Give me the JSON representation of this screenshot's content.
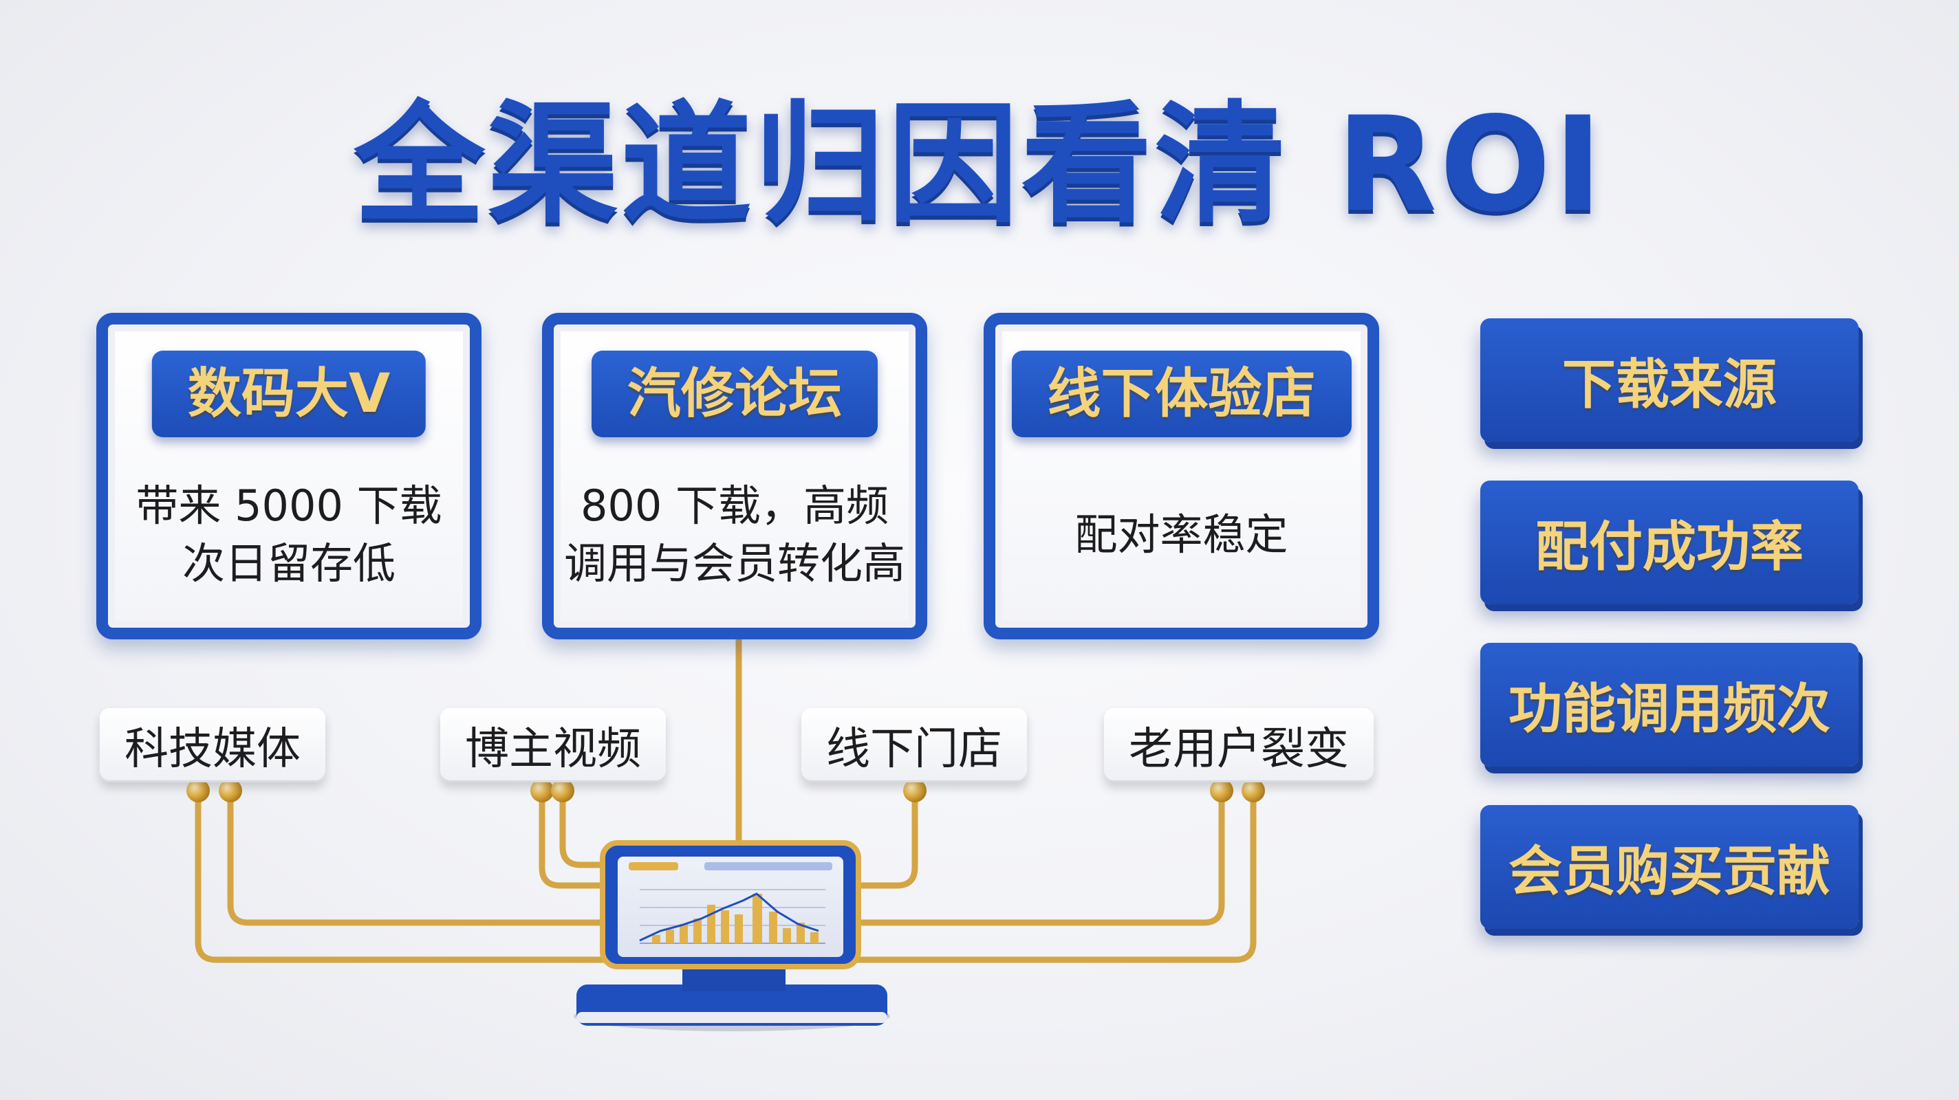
{
  "title": "全渠道归因看清 ROI",
  "panels": [
    {
      "tag": "数码大V",
      "lines": [
        "带来 5000 下载",
        "次日留存低"
      ]
    },
    {
      "tag": "汽修论坛",
      "lines": [
        "800 下载，高频",
        "调用与会员转化高"
      ]
    },
    {
      "tag": "线下体验店",
      "lines": [
        "配对率稳定"
      ]
    }
  ],
  "channels": [
    "科技媒体",
    "博主视频",
    "线下门店",
    "老用户裂变"
  ],
  "metrics": [
    "下载来源",
    "配付成功率",
    "功能调用频次",
    "会员购买贡献"
  ],
  "colors": {
    "brand_blue": "#2456c4",
    "gold": "#e3b54a",
    "gold_text": "#f4d37b"
  }
}
